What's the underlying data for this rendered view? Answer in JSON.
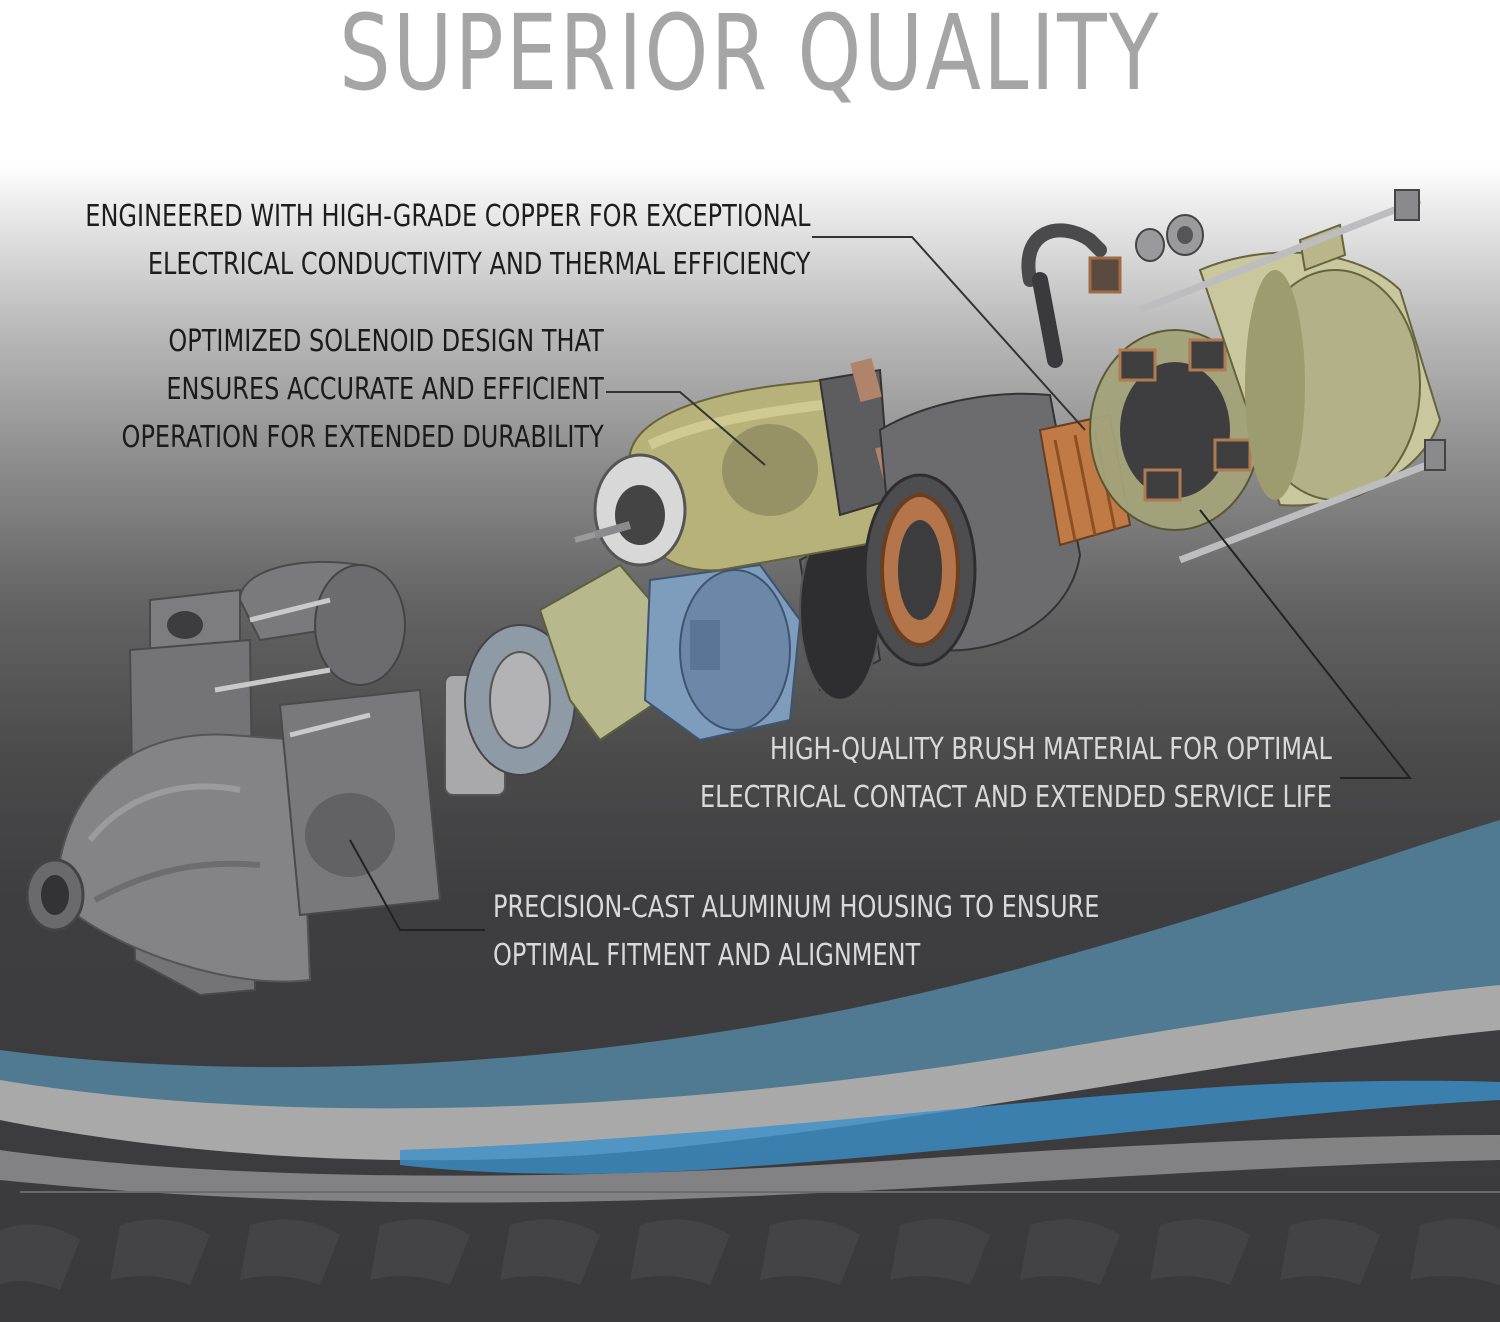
{
  "title": "SUPERIOR QUALITY",
  "callouts": {
    "copper": {
      "line1": "ENGINEERED WITH HIGH-GRADE COPPER FOR EXCEPTIONAL",
      "line2": "ELECTRICAL CONDUCTIVITY AND THERMAL EFFICIENCY"
    },
    "solenoid": {
      "line1": "OPTIMIZED SOLENOID DESIGN THAT",
      "line2": "ENSURES ACCURATE AND EFFICIENT",
      "line3": "OPERATION FOR EXTENDED DURABILITY"
    },
    "brush": {
      "line1": "HIGH-QUALITY BRUSH MATERIAL FOR OPTIMAL",
      "line2": "ELECTRICAL CONTACT AND EXTENDED SERVICE LIFE"
    },
    "housing": {
      "line1": "PRECISION-CAST ALUMINUM HOUSING TO ENSURE",
      "line2": "OPTIMAL FITMENT AND ALIGNMENT"
    }
  },
  "colors": {
    "title": "#a5a5a5",
    "wave_blue": "#4f7a91",
    "copper": "#b8703e",
    "solenoid": "#b9b37a"
  }
}
